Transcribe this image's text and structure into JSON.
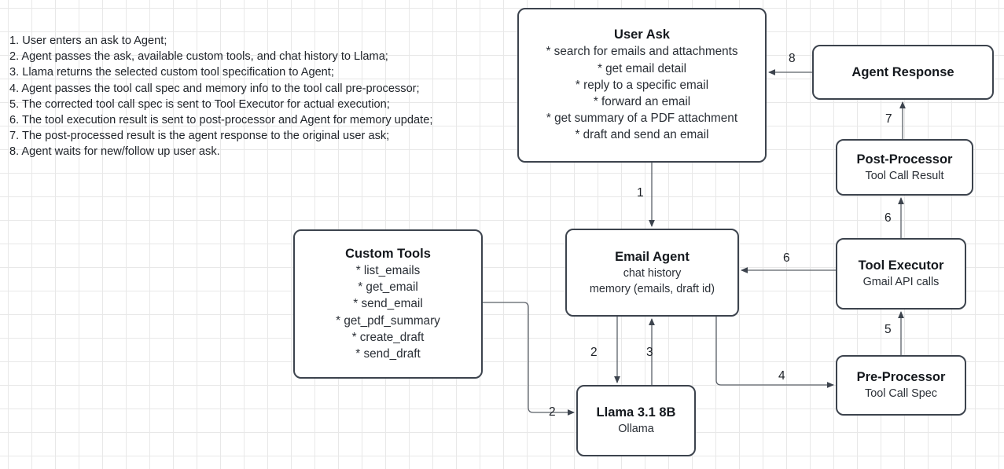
{
  "legend": {
    "steps": [
      "1. User enters an ask to Agent;",
      "2. Agent passes the ask, available custom tools, and chat history to Llama;",
      "3. Llama returns the selected custom tool specification to Agent;",
      "4. Agent passes the tool call spec and memory info to the tool call pre-processor;",
      "5. The corrected tool call spec is sent to Tool Executor for actual execution;",
      "6. The tool execution result is sent to post-processor and Agent for memory update;",
      "7. The post-processed result is the agent response to the original user ask;",
      "8. Agent waits for new/follow up user ask."
    ]
  },
  "nodes": {
    "user_ask": {
      "title": "User Ask",
      "items": [
        "* search for emails and attachments",
        "* get email detail",
        "* reply to a specific email",
        "* forward an email",
        "* get summary of a PDF attachment",
        "* draft and send an email"
      ]
    },
    "agent_response": {
      "title": "Agent Response",
      "subtitle": ""
    },
    "post_processor": {
      "title": "Post-Processor",
      "subtitle": "Tool Call Result"
    },
    "custom_tools": {
      "title": "Custom Tools",
      "items": [
        "* list_emails",
        "* get_email",
        "* send_email",
        "* get_pdf_summary",
        "* create_draft",
        "* send_draft"
      ]
    },
    "email_agent": {
      "title": "Email Agent",
      "subtitle1": "chat history",
      "subtitle2": "memory (emails, draft id)"
    },
    "tool_executor": {
      "title": "Tool Executor",
      "subtitle": "Gmail API calls"
    },
    "pre_processor": {
      "title": "Pre-Processor",
      "subtitle": "Tool Call Spec"
    },
    "llama": {
      "title": "Llama 3.1 8B",
      "subtitle": "Ollama"
    }
  },
  "edges": [
    {
      "id": "e1",
      "label": "1",
      "from": "user_ask",
      "to": "email_agent"
    },
    {
      "id": "e2a",
      "label": "2",
      "from": "email_agent",
      "to": "llama"
    },
    {
      "id": "e2b",
      "label": "2",
      "from": "custom_tools",
      "to": "llama"
    },
    {
      "id": "e3",
      "label": "3",
      "from": "llama",
      "to": "email_agent"
    },
    {
      "id": "e4",
      "label": "4",
      "from": "email_agent",
      "to": "pre_processor"
    },
    {
      "id": "e5",
      "label": "5",
      "from": "pre_processor",
      "to": "tool_executor"
    },
    {
      "id": "e6a",
      "label": "6",
      "from": "tool_executor",
      "to": "post_processor"
    },
    {
      "id": "e6b",
      "label": "6",
      "from": "tool_executor",
      "to": "email_agent"
    },
    {
      "id": "e7",
      "label": "7",
      "from": "post_processor",
      "to": "agent_response"
    },
    {
      "id": "e8",
      "label": "8",
      "from": "agent_response",
      "to": "user_ask"
    }
  ],
  "style": {
    "border_color": "#3c434d",
    "wire_color": "#5b6068",
    "text_color": "#1c2026",
    "background": "#ffffff",
    "grid_color": "#e8e8e8"
  }
}
